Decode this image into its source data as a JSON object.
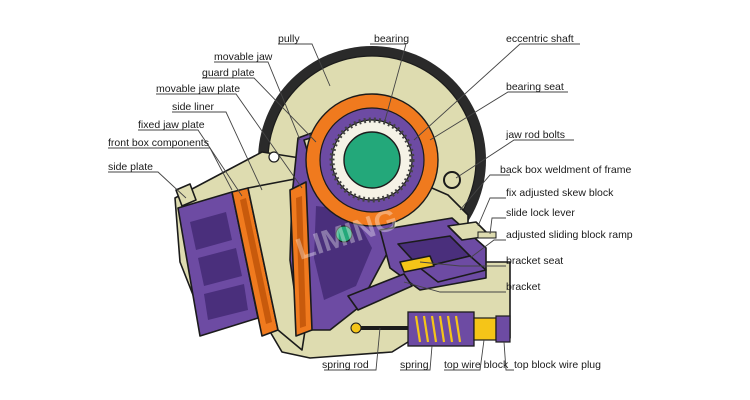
{
  "labels": {
    "pully": "pully",
    "movable_jaw": "movable jaw",
    "guard_plate": "guard plate",
    "movable_jaw_plate": "movable jaw plate",
    "side_liner": "side liner",
    "fixed_jaw_plate": "fixed jaw plate",
    "front_box_components": "front box components",
    "side_plate": "side plate",
    "bearing": "bearing",
    "eccentric_shaft": "eccentric shaft",
    "bearing_seat": "bearing seat",
    "jaw_rod_bolts": "jaw rod bolts",
    "back_box_weldment": "back box weldment of frame",
    "fix_adjusted_skew_block": "fix adjusted skew block",
    "slide_lock_lever": "slide lock lever",
    "adjusted_sliding_block_ramp": "adjusted sliding block ramp",
    "bracket_seat": "bracket seat",
    "bracket": "bracket",
    "spring_rod": "spring rod",
    "spring": "spring",
    "top_wire_block": "top wire block",
    "top_block_wire_plug": "top block wire plug"
  },
  "watermark": "LIMING",
  "colors": {
    "frame": "#dedcb0",
    "purple": "#6d4ba3",
    "orange": "#f07a1e",
    "green": "#23a87a",
    "pulley_rim": "#2a2a2a"
  }
}
